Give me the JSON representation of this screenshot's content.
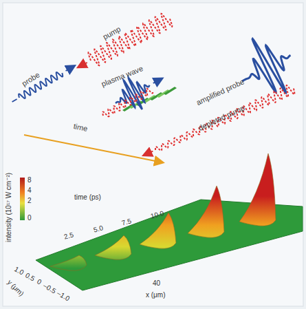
{
  "diagram": {
    "labels": [
      "probe",
      "pump",
      "plasma wave",
      "amplified probe",
      "depleted pump",
      "time",
      "intensity (10¹⁷ W cm⁻²)",
      "8",
      "4",
      "2",
      "0",
      "time (ps)",
      "2.5",
      "5.0",
      "7.5",
      "10.0",
      "1.0",
      "0.5",
      "0",
      "–0.5",
      "–1.0",
      "y (μm)",
      "40",
      "x (μm)"
    ]
  }
}
